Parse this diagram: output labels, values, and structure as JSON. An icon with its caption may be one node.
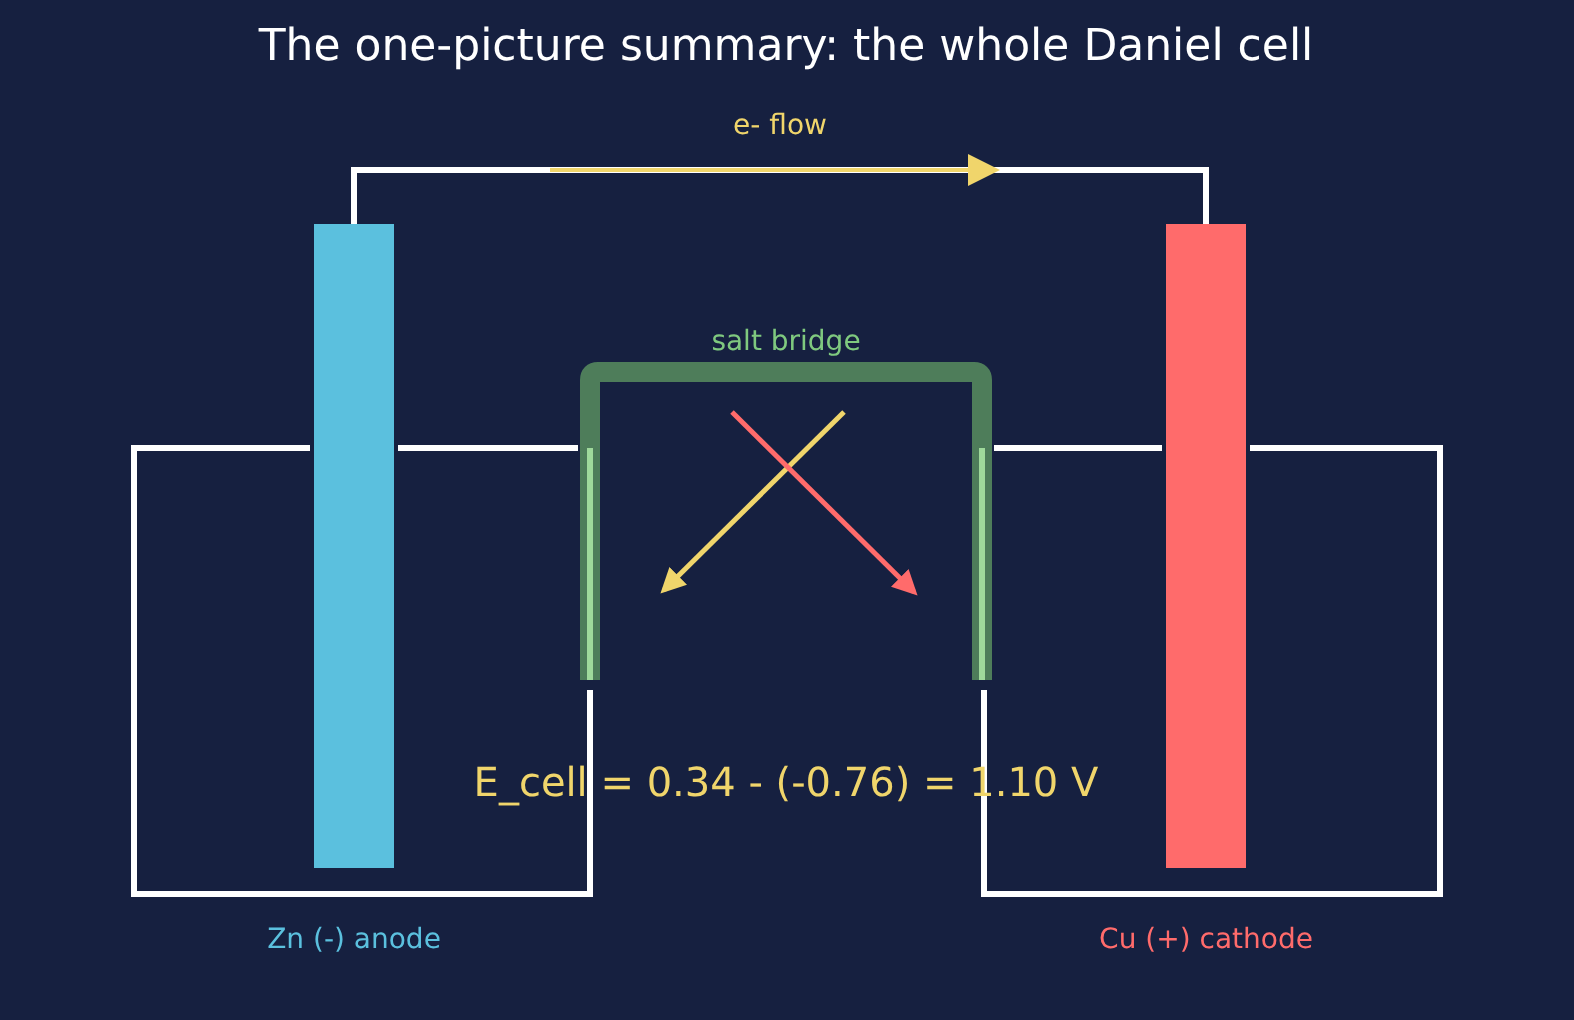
{
  "diagram": {
    "title": "The one-picture summary: the whole Daniel cell",
    "nodes": [
      {
        "text": [],
        "shape": "box"
      },
      {
        "text": [
          "Zn (-) anode"
        ]
      },
      {
        "text": [],
        "shape": "box"
      },
      {
        "text": [
          "Cu (+) cathode"
        ]
      },
      {
        "text": [
          "salt bridge"
        ]
      }
    ],
    "edges": [
      {
        "from": 1,
        "to": 3,
        "arrow": "to",
        "label": "e- flow"
      }
    ],
    "labels": [
      "E_cell = 0.34 - (-0.76) = 1.10 V"
    ]
  }
}
